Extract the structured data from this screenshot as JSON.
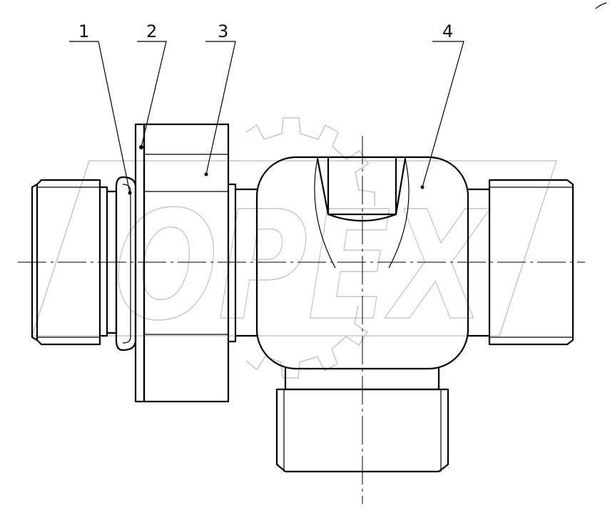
{
  "diagram": {
    "callouts": [
      {
        "label": "1"
      },
      {
        "label": "2"
      },
      {
        "label": "3"
      },
      {
        "label": "4"
      }
    ],
    "watermark": "OPEX"
  },
  "colors": {
    "line": "#000000",
    "watermark": "#c9c9c9",
    "background": "#ffffff"
  }
}
